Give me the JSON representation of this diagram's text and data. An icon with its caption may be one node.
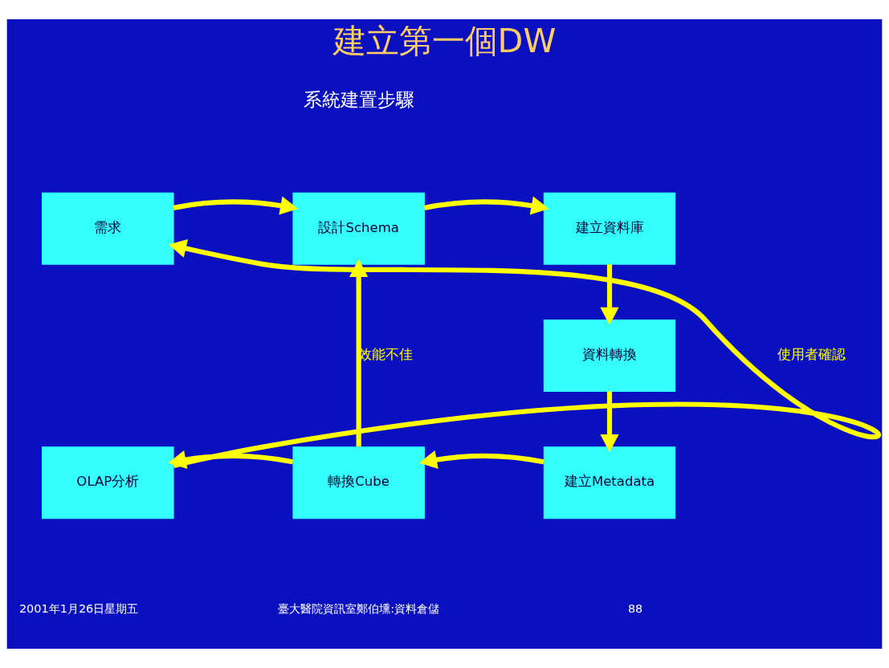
{
  "diagram": {
    "title": "建立第一個DW",
    "nodes": [
      {
        "text": [
          "需求"
        ]
      },
      {
        "text": [
          "設計Schema"
        ]
      },
      {
        "text": [
          "建立資料庫"
        ]
      },
      {
        "text": [
          "資料轉換"
        ]
      },
      {
        "text": [
          "建立Metadata"
        ]
      },
      {
        "text": [
          "轉換Cube"
        ]
      },
      {
        "text": [
          "OLAP分析"
        ]
      }
    ],
    "edges": [
      {
        "from": 0,
        "to": 1,
        "arrow": "to"
      },
      {
        "from": 1,
        "to": 2,
        "arrow": "to"
      },
      {
        "from": 2,
        "to": 3,
        "arrow": "to"
      },
      {
        "from": 3,
        "to": 4,
        "arrow": "to"
      },
      {
        "from": 4,
        "to": 5,
        "arrow": "to"
      },
      {
        "from": 5,
        "to": 6,
        "arrow": "to"
      },
      {
        "from": 6,
        "to": 0,
        "arrow": "to",
        "label": "使用者確認"
      },
      {
        "from": 5,
        "to": 1,
        "arrow": "to",
        "label": "效能不佳"
      }
    ],
    "labels": [
      "系統建置步驟",
      "2001年1月26日星期五",
      "臺大醫院資訊室鄭伯壎:資料倉儲",
      "88"
    ]
  }
}
